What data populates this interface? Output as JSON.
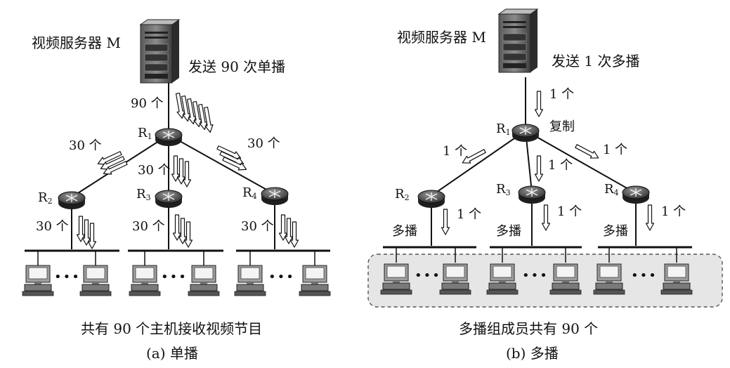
{
  "colors": {
    "ink": "#111111",
    "box_fill": "#e6e6e6",
    "box_border": "#555555"
  },
  "unicast": {
    "server_label": "视频服务器 M",
    "send_label": "发送 90 次单播",
    "trunk_count": "90 个",
    "r1": "R",
    "r1_sub": "1",
    "r2": "R",
    "r2_sub": "2",
    "r3": "R",
    "r3_sub": "3",
    "r4": "R",
    "r4_sub": "4",
    "left_count": "30 个",
    "right_count": "30 个",
    "mid_count": "30 个",
    "lan_count_1": "30 个",
    "lan_count_2": "30 个",
    "lan_count_3": "30 个",
    "ellipsis_1": "•••",
    "ellipsis_2": "•••",
    "ellipsis_3": "•••",
    "summary": "共有 90 个主机接收视频节目",
    "caption": "(a) 单播"
  },
  "multicast": {
    "server_label": "视频服务器 M",
    "send_label": "发送 1 次多播",
    "trunk_count": "1 个",
    "r1": "R",
    "r1_sub": "1",
    "copy_label": "复制",
    "r2": "R",
    "r2_sub": "2",
    "r3": "R",
    "r3_sub": "3",
    "r4": "R",
    "r4_sub": "4",
    "left_count": "1 个",
    "mid_count": "1 个",
    "right_count": "1 个",
    "lan_count_1": "1 个",
    "lan_count_2": "1 个",
    "lan_count_3": "1 个",
    "mcast_1": "多播",
    "mcast_2": "多播",
    "mcast_3": "多播",
    "ellipsis_1": "•••",
    "ellipsis_2": "•••",
    "ellipsis_3": "•••",
    "summary": "多播组成员共有 90 个",
    "caption": "(b) 多播"
  }
}
